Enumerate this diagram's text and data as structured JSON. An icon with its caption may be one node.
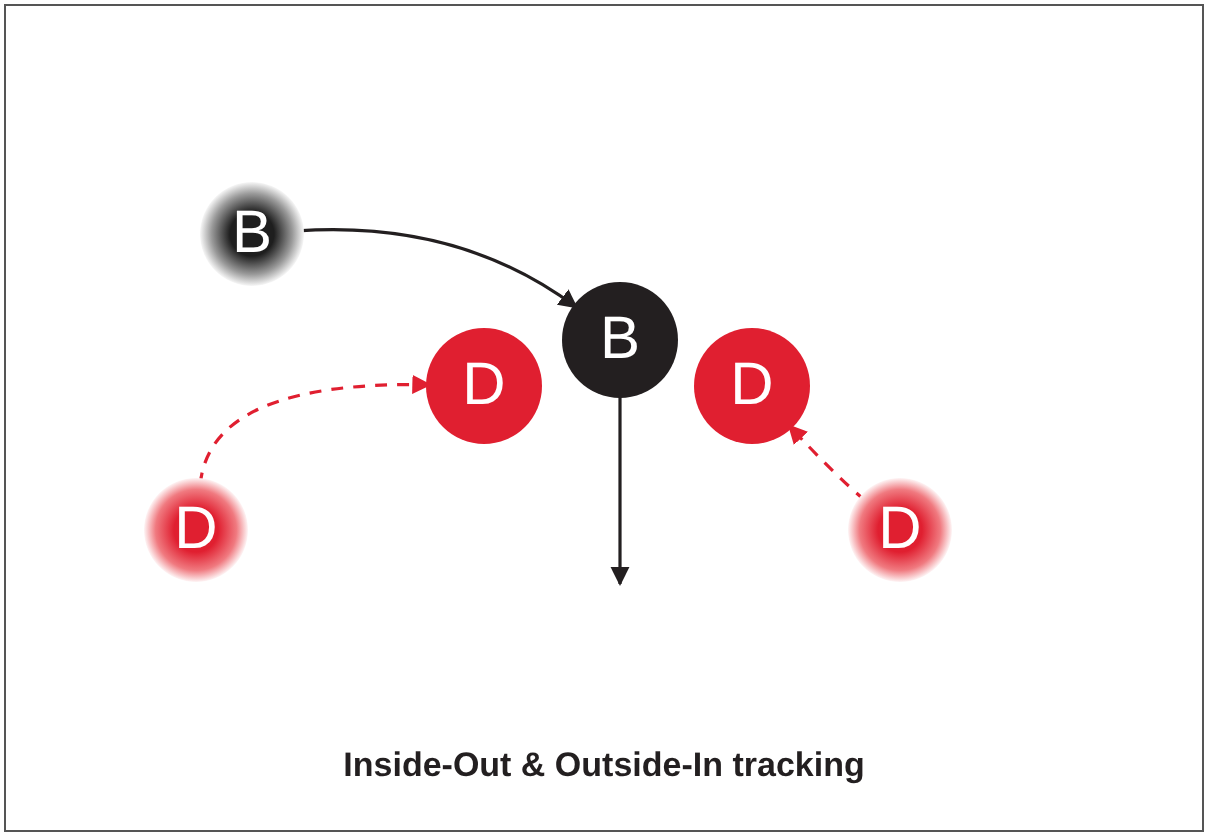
{
  "diagram": {
    "caption": "Inside-Out & Outside-In tracking",
    "nodes": [
      {
        "text": [
          "B"
        ]
      },
      {
        "text": [
          "B"
        ]
      },
      {
        "text": [
          "D"
        ]
      },
      {
        "text": [
          "D"
        ]
      },
      {
        "text": [
          "D"
        ]
      },
      {
        "text": [
          "D"
        ]
      }
    ],
    "edges": [
      {
        "from": 0,
        "to": 1,
        "arrow": "to"
      },
      {
        "from": 1,
        "to": null,
        "arrow": "to"
      },
      {
        "from": 3,
        "to": 2,
        "arrow": "to",
        "style": "dashed",
        "color": "#e01f30"
      },
      {
        "from": 5,
        "to": 4,
        "arrow": "to",
        "style": "dashed",
        "color": "#e01f30"
      }
    ]
  }
}
